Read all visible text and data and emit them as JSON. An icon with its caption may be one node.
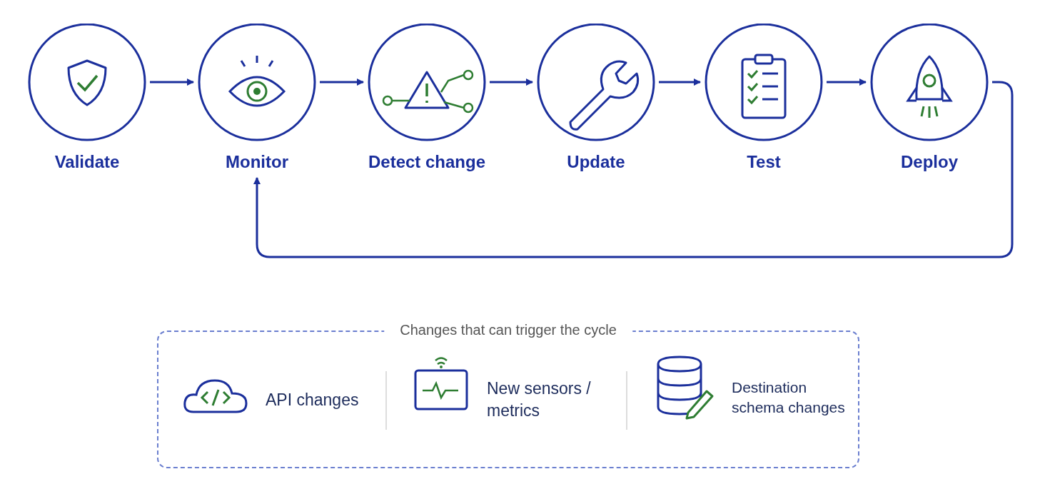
{
  "diagram": {
    "nodes": [
      {
        "text": [
          "Validate"
        ]
      },
      {
        "text": [
          "Monitor"
        ]
      },
      {
        "text": [
          "Detect change"
        ]
      },
      {
        "text": [
          "Update"
        ]
      },
      {
        "text": [
          "Test"
        ]
      },
      {
        "text": [
          "Deploy"
        ]
      },
      {
        "text": [
          "Changes that can trigger the cycle"
        ]
      }
    ],
    "edges": [
      {
        "from": 0,
        "to": 1,
        "arrow": "to"
      },
      {
        "from": 1,
        "to": 2,
        "arrow": "to"
      },
      {
        "from": 2,
        "to": 3,
        "arrow": "to"
      },
      {
        "from": 3,
        "to": 4,
        "arrow": "to"
      },
      {
        "from": 4,
        "to": 5,
        "arrow": "to"
      },
      {
        "from": 5,
        "to": 1,
        "arrow": "to"
      }
    ],
    "labels": [
      "API changes",
      "New sensors / metrics",
      "Destination schema changes"
    ]
  }
}
